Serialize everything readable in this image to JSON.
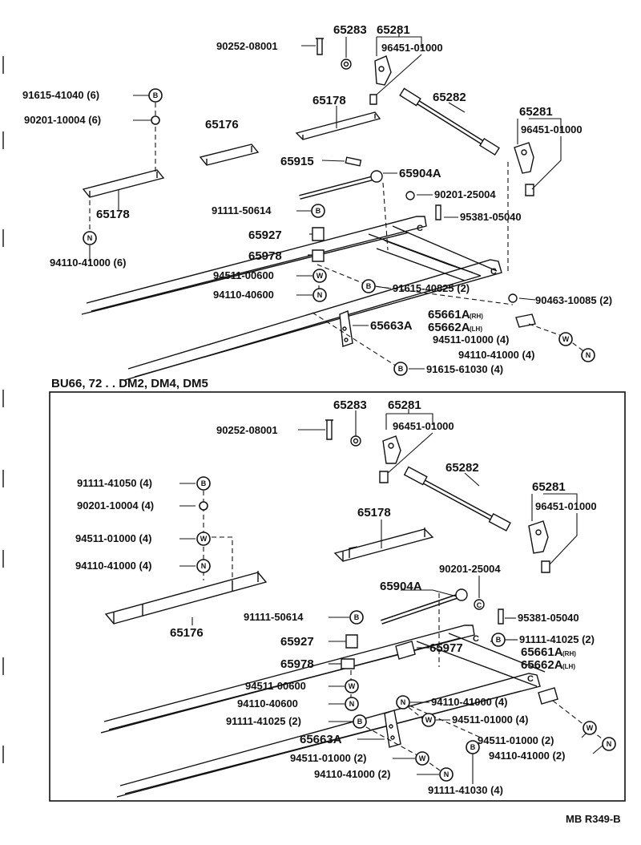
{
  "upper": {
    "labels": {
      "p65283": "65283",
      "p65281a": "65281",
      "p90252": "90252-08001",
      "p96451a": "96451-01000",
      "p91615_40": "91615-41040 (6)",
      "p90201_10": "90201-10004 (6)",
      "p65178a": "65178",
      "p65282": "65282",
      "p65176": "65176",
      "p65281b": "65281",
      "p96451b": "96451-01000",
      "p65178b": "65178",
      "p65915": "65915",
      "p65904": "65904A",
      "p90201_25": "90201-25004",
      "p91111": "91111-50614",
      "p95381": "95381-05040",
      "p94110_41": "94110-41000 (6)",
      "p65927": "65927",
      "p65978": "65978",
      "p94511_00": "94511-00600",
      "p91615_08": "91615-40825 (2)",
      "p94110_40": "94110-40600",
      "p90463": "90463-10085 (2)",
      "p65661": "65661A",
      "p65662": "65662A",
      "p65663": "65663A",
      "p94511_01": "94511-01000 (4)",
      "p94110_41b": "94110-41000 (4)",
      "p91615_61": "91615-61030 (4)",
      "rh": "(RH)",
      "lh": "(LH)"
    }
  },
  "section_title": "BU66, 72 . . DM2, DM4, DM5",
  "lower": {
    "labels": {
      "p65283": "65283",
      "p65281a": "65281",
      "p90252": "90252-08001",
      "p96451a": "96451-01000",
      "p91111_41050": "91111-41050 (4)",
      "p65282": "65282",
      "p90201_10": "90201-10004 (4)",
      "p65281b": "65281",
      "p96451b": "96451-01000",
      "p94511_01": "94511-01000 (4)",
      "p65178": "65178",
      "p94110_41": "94110-41000 (4)",
      "p90201_25": "90201-25004",
      "p65904": "65904A",
      "p65176": "65176",
      "p91111_50614": "91111-50614",
      "p95381": "95381-05040",
      "p65927": "65927",
      "p91111_41025a": "91111-41025 (2)",
      "p65977": "65977",
      "p65978": "65978",
      "p65661": "65661A",
      "p65662": "65662A",
      "p94511_00": "94511-00600",
      "p94110_40": "94110-40600",
      "p94110_41b": "94110-41000 (4)",
      "p91111_41025b": "91111-41025 (2)",
      "p94511_01b": "94511-01000 (4)",
      "p65663": "65663A",
      "p94511_01c": "94511-01000 (2)",
      "p94110_41c": "94110-41000 (2)",
      "p94511_01d": "94511-01000 (2)",
      "p94110_41d": "94110-41000 (2)",
      "p91111_41030": "91111-41030 (4)",
      "rh": "(RH)",
      "lh": "(LH)"
    }
  },
  "symbols": {
    "bolt": "B",
    "nut": "N",
    "washer": "W",
    "clip": "C"
  },
  "drawing_code": "MB R349-B"
}
